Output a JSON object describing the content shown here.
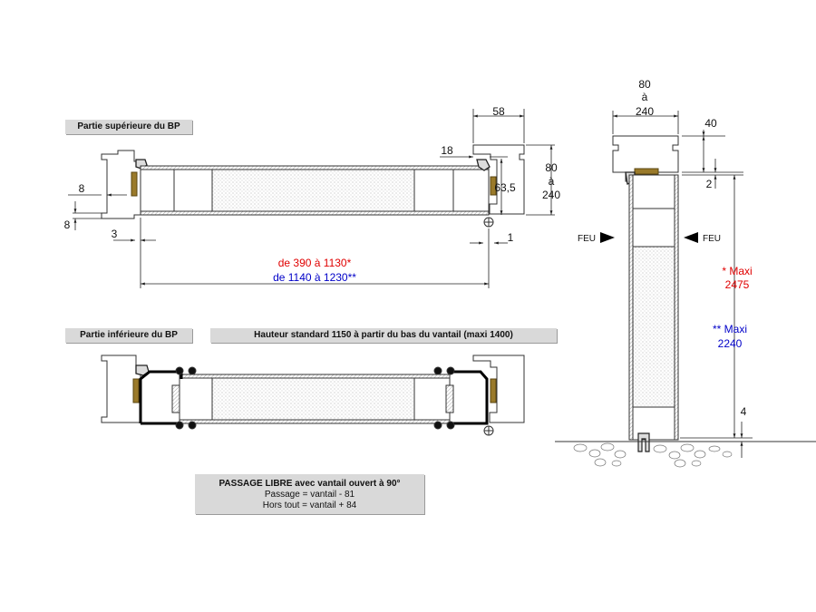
{
  "labels": {
    "top_part": "Partie supérieure du BP",
    "bottom_part": "Partie inférieure du BP",
    "standard_height": "Hauteur standard 1150 à partir du bas du vantail (maxi 1400)"
  },
  "passage": {
    "title": "PASSAGE LIBRE avec vantail ouvert à 90°",
    "line1": "Passage = vantail - 81",
    "line2": "Hors tout = vantail + 84"
  },
  "dims": {
    "d58": "58",
    "d18": "18",
    "d63": "63,5",
    "d80": "80",
    "a": "à",
    "d240": "240",
    "d8": "8",
    "d3": "3",
    "d1": "1",
    "width_red": "de 390 à 1130*",
    "width_blue": "de 1140 à 1230**",
    "d40": "40",
    "d2": "2",
    "d4": "4",
    "maxi1": "* Maxi",
    "v2475": "2475",
    "maxi2": "** Maxi",
    "v2240": "2240",
    "feu": "FEU"
  },
  "colors": {
    "red": "#e00000",
    "blue": "#0000c8",
    "gold": "#9a7a2a"
  }
}
